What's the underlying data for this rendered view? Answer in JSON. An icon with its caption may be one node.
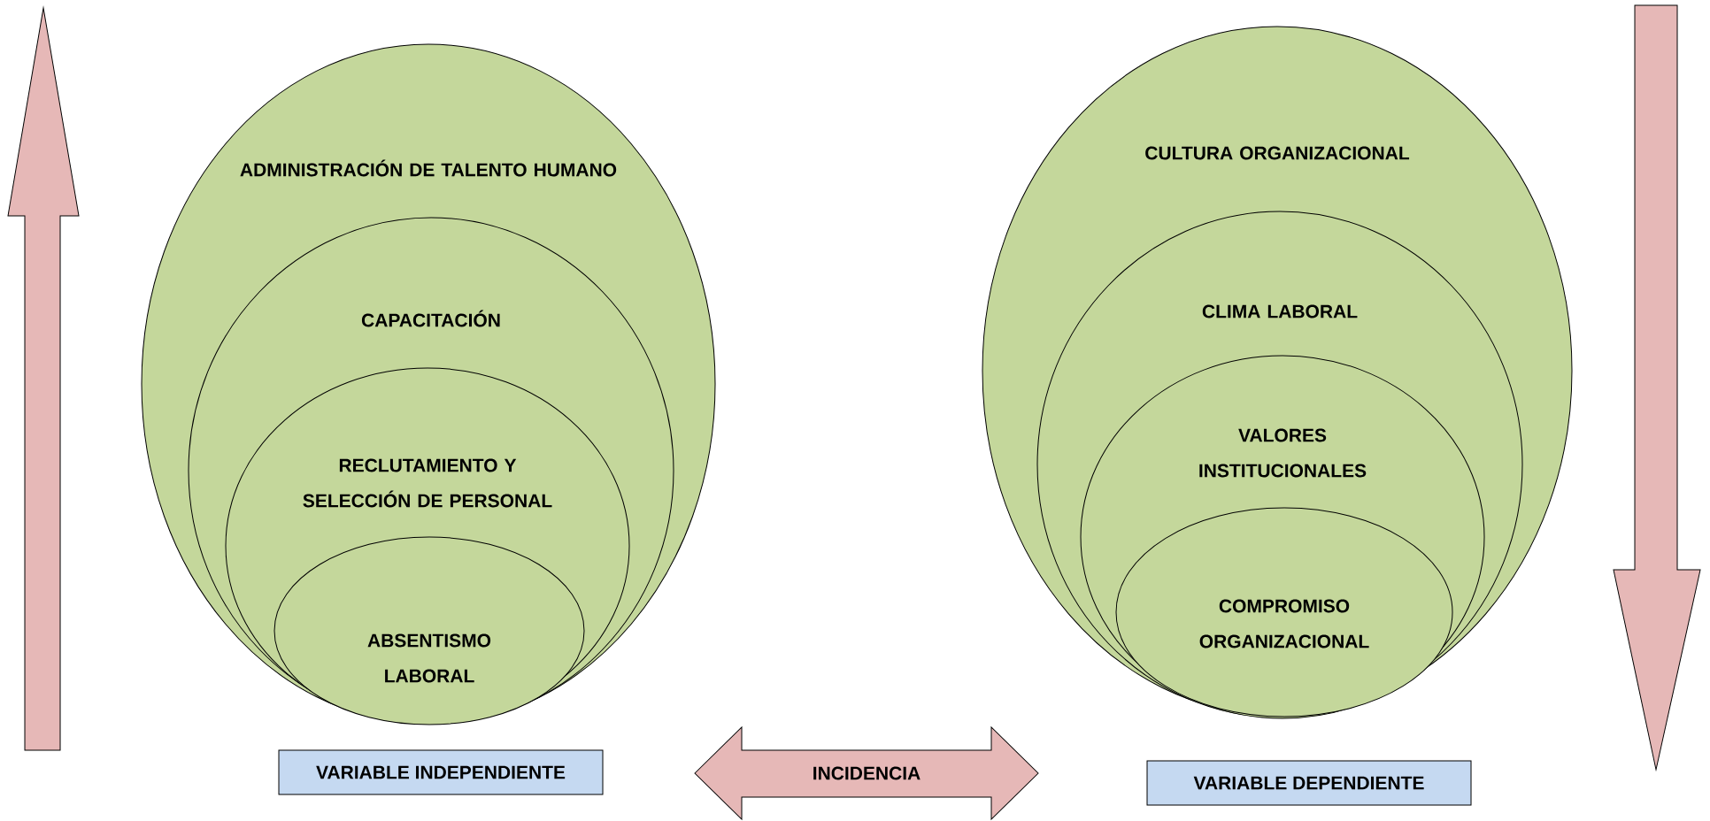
{
  "diagram": {
    "nodes": [
      {
        "text": [
          "ADMINISTRACIÓN DE TALENTO HUMANO"
        ]
      },
      {
        "text": [
          "CAPACITACIÓN"
        ],
        "in": 0
      },
      {
        "text": [
          "RECLUTAMIENTO Y SELECCIÓN DE PERSONAL"
        ],
        "in": 1
      },
      {
        "text": [
          "ABSENTISMO LABORAL"
        ],
        "in": 2
      },
      {
        "text": [
          "CULTURA ORGANIZACIONAL"
        ]
      },
      {
        "text": [
          "CLIMA LABORAL"
        ],
        "in": 4
      },
      {
        "text": [
          "VALORES INSTITUCIONALES"
        ],
        "in": 5
      },
      {
        "text": [
          "COMPROMISO ORGANIZACIONAL"
        ],
        "in": 6
      },
      {
        "text": [
          "VARIABLE INDEPENDIENTE"
        ]
      },
      {
        "text": [
          "INCIDENCIA"
        ]
      },
      {
        "text": [
          "VARIABLE DEPENDIENTE"
        ]
      }
    ]
  }
}
